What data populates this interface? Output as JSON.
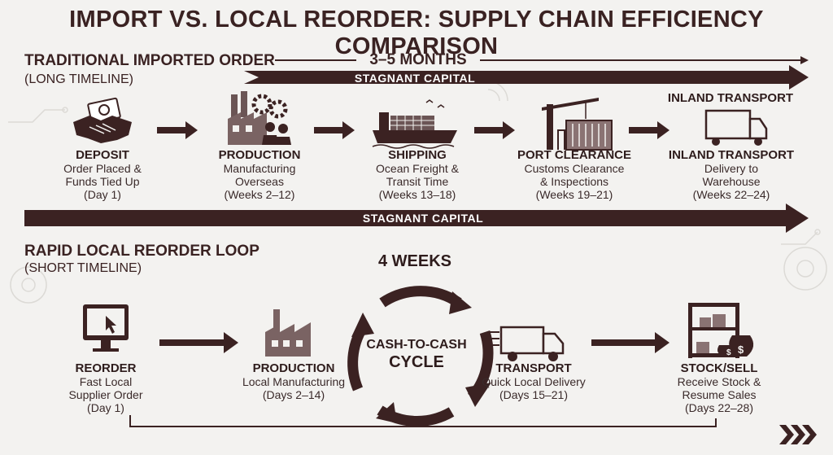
{
  "title": "IMPORT VS. LOCAL REORDER: SUPPLY CHAIN EFFICIENCY COMPARISON",
  "import": {
    "heading": "TRADITIONAL IMPORTED ORDER",
    "subheading": "(LONG TIMELINE)",
    "duration": "3–5 MONTHS",
    "capital_label_top": "STAGNANT CAPITAL",
    "capital_label_bottom": "STAGNANT CAPITAL",
    "inland_icon_label": "INLAND TRANSPORT",
    "steps": [
      {
        "name": "DEPOSIT",
        "line1": "Order Placed &",
        "line2": "Funds Tied Up",
        "line3": "(Day 1)"
      },
      {
        "name": "PRODUCTION",
        "line1": "Manufacturing",
        "line2": "Overseas",
        "line3": "(Weeks 2–12)"
      },
      {
        "name": "SHIPPING",
        "line1": "Ocean Freight &",
        "line2": "Transit Time",
        "line3": "(Weeks 13–18)"
      },
      {
        "name": "PORT CLEARANCE",
        "line1": "Customs Clearance",
        "line2": "& Inspections",
        "line3": "(Weeks 19–21)"
      },
      {
        "name": "INLAND TRANSPORT",
        "line1": "Delivery to",
        "line2": "Warehouse",
        "line3": "(Weeks 22–24)"
      }
    ]
  },
  "local": {
    "heading": "RAPID LOCAL REORDER LOOP",
    "subheading": "(SHORT TIMELINE)",
    "duration": "4 WEEKS",
    "cycle_line1": "CASH-TO-CASH",
    "cycle_line2": "CYCLE",
    "steps": [
      {
        "name": "REORDER",
        "line1": "Fast Local",
        "line2": "Supplier Order",
        "line3": "(Day 1)"
      },
      {
        "name": "PRODUCTION",
        "line1": "Local Manufacturing",
        "line2": "(Days 2–14)"
      },
      {
        "name": "TRANSPORT",
        "line1": "Quick Local Delivery",
        "line2": "(Days 15–21)"
      },
      {
        "name": "STOCK/SELL",
        "line1": "Receive Stock &",
        "line2": "Resume Sales",
        "line3": "(Days 22–28)"
      }
    ]
  },
  "colors": {
    "primary": "#3b2222",
    "background": "#f3f2f0"
  }
}
